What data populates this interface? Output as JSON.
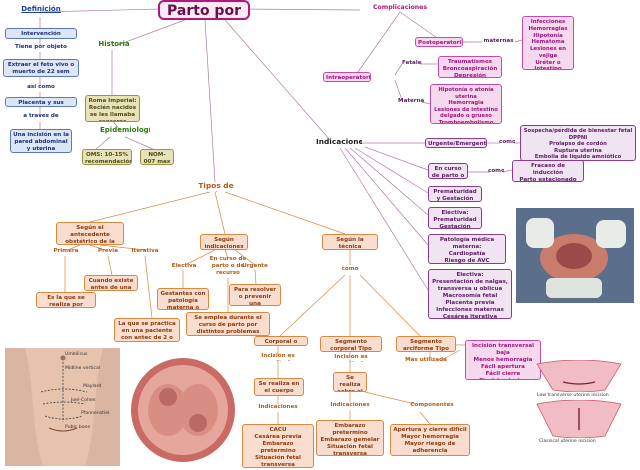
{
  "title": "Parto por cesárea",
  "definicion": {
    "heading": "Definición",
    "intervencion": "Intervención quirúrgica",
    "tiene_objeto": "Tiene por objeto",
    "extraer": "Extraer el feto vivo o muerto de 22 sem cumplidas",
    "asi_como": "así como",
    "placenta": "Placenta y sus anexos",
    "a_traves": "a través de",
    "incision": "Una incisión en la pared abdominal y uterina"
  },
  "historia": {
    "heading": "Historia",
    "imperio": "Roma Imperial: Recién nacidos se les llamaba caesares"
  },
  "epidemiologia": {
    "heading": "Epidemiología",
    "oms": "OMS: 10-15% recomendación",
    "nom": "NOM-007 max 15%"
  },
  "complicaciones": {
    "heading": "Complicaciones",
    "postoperatorias": "Postoperatorias",
    "maternas_1": "maternas",
    "post_list": "Infecciones\nHemorragias\nHipotonía\nHematoma\nLesiones en vejiga\nUréter o\nIntestino\nRuptura uterina",
    "intraoperatorias": "Intraoperatorias",
    "fetales": "Fetales",
    "fetal_list": "Traumatismos\nBroncoaspiración\nDepresión respiratoria",
    "maternas_2": "Maternas",
    "maternal_list": "Hipotonía o atonía uterina\nHemorragia\nLesiones de intestino\ndelgado o grueso\nTromboembolismo\nde líquido amniótico"
  },
  "indicaciones": {
    "heading": "Indicaciones",
    "urgente": "Urgente/Emergente",
    "como_1": "como",
    "urgent_list": "Sospecha/pérdida de bienestar fetal\nDPPNI\nProlapso de cordón\nRuptura uterina\nEmbolia de líquido amniótico",
    "en_curso": "En curso de parto o de recurso",
    "como_2": "como",
    "curso_list": "Fracaso de inducción\nParto estacionado\nDesproporción pelvifetal",
    "prematuridad": "Prematuridad y Gestación múltiple",
    "electiva_1": "Electiva:\nPrematuridad\nGestación múltiple",
    "patologia": "Patología médica materna:\nCardiopatía\nRiesgo de AVC\nEpilepsia",
    "electiva_2": "Electiva:\nPresentación de nalgas, transversa u oblicua\nMacrosomía fetal\nPlacenta previa\nInfecciones maternas\nCesárea iterativa"
  },
  "tipos": {
    "heading": "Tipos de cesárea",
    "antecedente": "Según el antecedente obstétrico de la paciente",
    "primera": "Primera",
    "primera_desc": "Es la que se realiza por primera vez",
    "previa": "Previa",
    "previa_desc": "Cuando existe antes de una anterior",
    "iterativa": "Iterativa",
    "iterativa_desc": "La que se practica en una paciente con antec de 2 o más",
    "indicaciones": "Según indicaciones",
    "electiva": "Electiva",
    "en_curso": "En curso de parto o de recurso",
    "urgente": "Urgente",
    "electiva_desc": "Gestantes con patología materna o fetal",
    "urgente_desc": "Para resolver o prevenir una complicación",
    "curso_desc": "Se emplea durante el curso de parto por distintos problemas",
    "tecnica": "Según la técnica quirúrgica",
    "como": "como",
    "corporal_clasica": "Corporal o clásica",
    "corporal_tipo": "Segmento corporal Tipo Beck",
    "segmento_arci": "Segmento arciforme Tipo Kerr",
    "incision_vertical_1": "Incisión es vertical",
    "incision_vertical_2": "Incisión es vertical",
    "mas_utilizada": "Más utilizada",
    "cuerpo_uterino": "Se realiza en el cuerpo uterino",
    "sobre_segmento": "Se realiza sobre el segmento",
    "indicaciones_1": "Indicaciones",
    "indicaciones_2": "Indicaciones",
    "componentes": "Componentes",
    "kerr_list": "Incisión transversal baja\nMenos hemorragia\nFácil apertura\nFácil cierre\nCicatriz uterina resistente\nPocas adherencias",
    "cacu_list": "CACU\nCesárea previa\nEmbarazo pretermino\nSituación fetal transversa\nVarices en segmento inferior",
    "beck_list": "Embarazo pretermino\nEmbarazo gemelar\nSituación fetal transversa\nPresentación pélvica\nHisterorrafias previas",
    "componentes_list": "Apertura y cierre difícil\nMayor hemorragia\nMayor riesgo de adherencia\nHisterorrafia menos resistente"
  },
  "figures": {
    "abdomen_labels": [
      "Umbilicus",
      "Midline vertical",
      "Maylard",
      "Joel-Cohen",
      "Pfannenstiel",
      "Pubic bone"
    ],
    "uterus_low": "Low transverse uterine incision",
    "uterus_classic": "Classical uterine incision"
  },
  "colors": {
    "line": "#b07aa8",
    "orange_line": "#d9883f",
    "blue": "#1a2f7a",
    "pink": "#b0187e",
    "orange": "#b25a10"
  }
}
